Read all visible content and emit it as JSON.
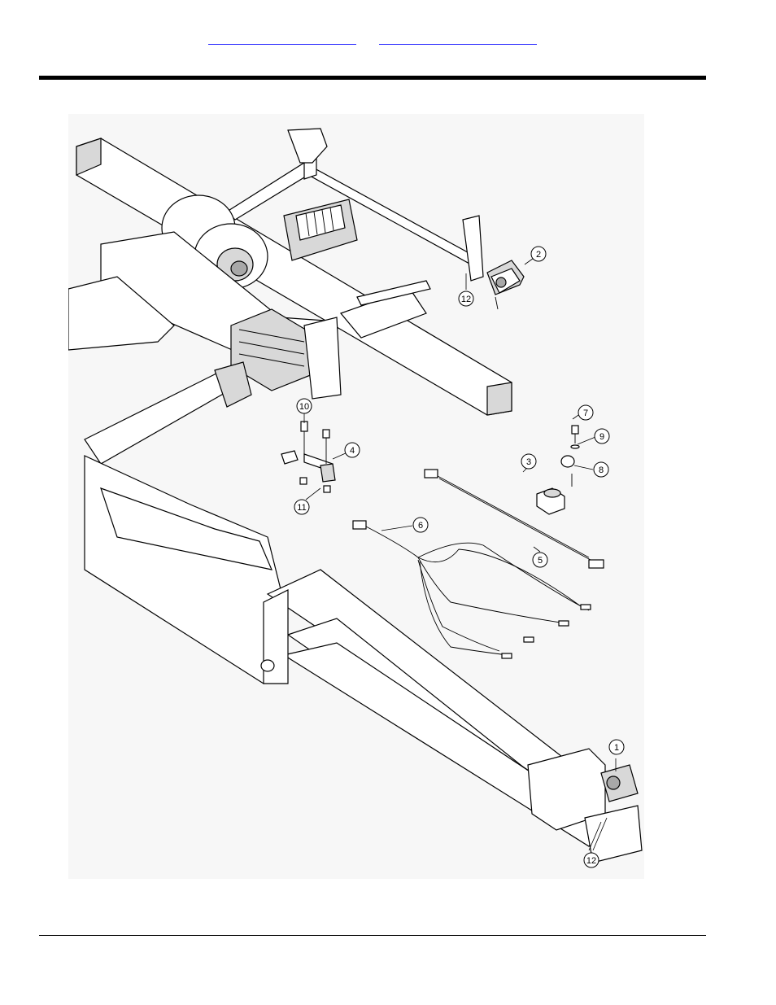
{
  "header": {
    "link_left": "",
    "link_right": ""
  },
  "callouts": [
    {
      "id": "c1",
      "label": "1"
    },
    {
      "id": "c2",
      "label": "2"
    },
    {
      "id": "c3",
      "label": "3"
    },
    {
      "id": "c4",
      "label": "4"
    },
    {
      "id": "c5",
      "label": "5"
    },
    {
      "id": "c6",
      "label": "6"
    },
    {
      "id": "c7",
      "label": "7"
    },
    {
      "id": "c8",
      "label": "8"
    },
    {
      "id": "c9",
      "label": "9"
    },
    {
      "id": "c10",
      "label": "10"
    },
    {
      "id": "c11",
      "label": "11"
    },
    {
      "id": "c12a",
      "label": "12"
    },
    {
      "id": "c12b",
      "label": "12"
    }
  ],
  "colors": {
    "link": "#2a2aff",
    "rule": "#000000"
  }
}
